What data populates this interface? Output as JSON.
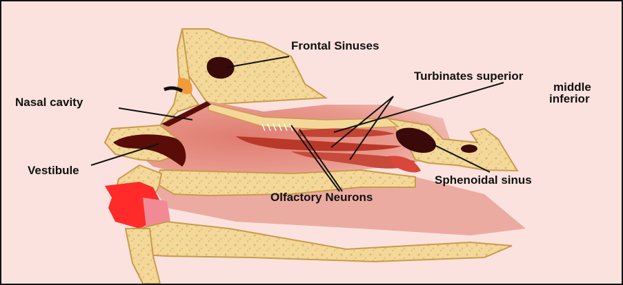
{
  "labels": {
    "frontal_sinuses": "Frontal Sinuses",
    "nasal_cavity": "Nasal cavity",
    "turbinates_superior": "Turbinates superior",
    "turbinates_middle": "middle",
    "turbinates_inferior": "inferior",
    "vestibule": "Vestibule",
    "olfactory_neurons": "Olfactory Neurons",
    "sphenoidal_sinus": "Sphenoidal sinus"
  },
  "colors": {
    "bone": "#f3d89a",
    "bone_speckle": "#d8b870",
    "tissue": "#e58f82",
    "tissue_dark": "#b23a2a",
    "sinus": "#3a0a0a",
    "lip": "#ff2a2a",
    "background": "#fbe2de"
  }
}
